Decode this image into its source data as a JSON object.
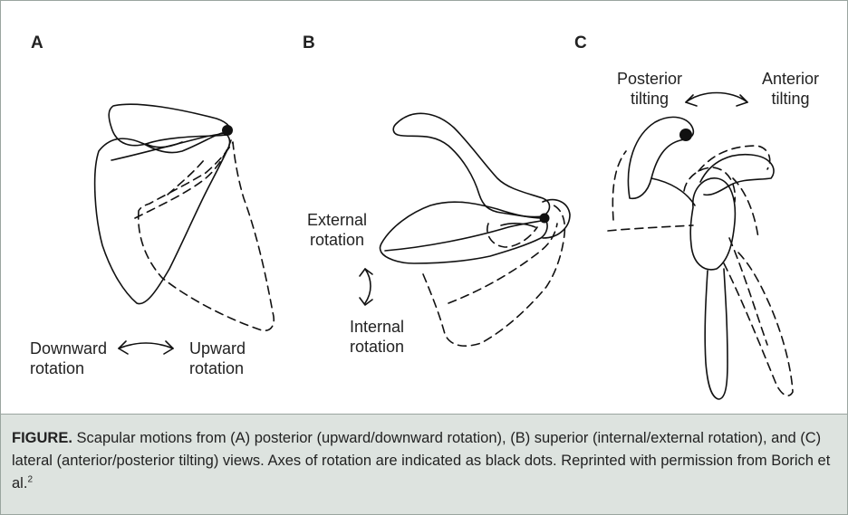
{
  "panels": {
    "a": "A",
    "b": "B",
    "c": "C"
  },
  "panel_a": {
    "left_line1": "Downward",
    "left_line2": "rotation",
    "right_line1": "Upward",
    "right_line2": "rotation"
  },
  "panel_b": {
    "top_line1": "External",
    "top_line2": "rotation",
    "bottom_line1": "Internal",
    "bottom_line2": "rotation"
  },
  "panel_c": {
    "left_line1": "Posterior",
    "left_line2": "tilting",
    "right_line1": "Anterior",
    "right_line2": "tilting"
  },
  "caption": {
    "label": "FIGURE.",
    "text": " Scapular motions from (A) posterior (upward/downward rotation), (B) superior (internal/external rotation), and (C) lateral (anterior/posterior tilting) views. Axes of rotation are indicated as black dots. Reprinted with permission from Borich et al.",
    "ref": "2"
  }
}
